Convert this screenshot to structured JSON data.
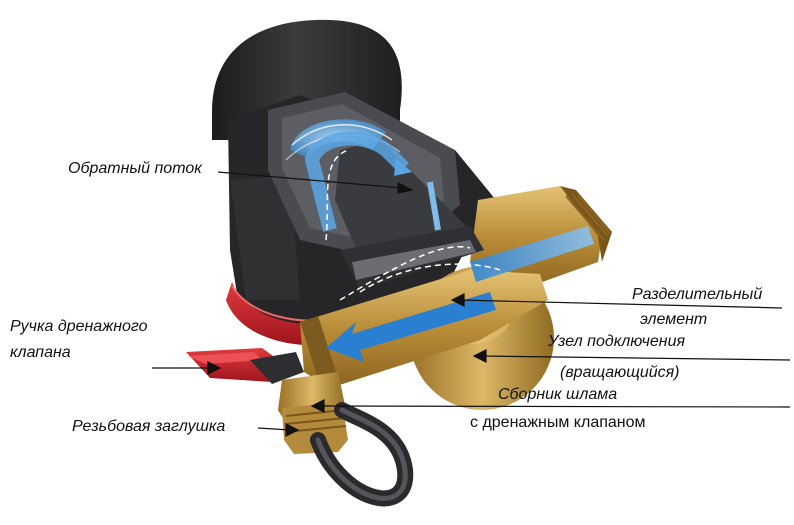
{
  "labels": {
    "return_flow": "Обратный поток",
    "drain_handle_line1": "Ручка дренажного",
    "drain_handle_line2": "клапана",
    "threaded_plug": "Резьбовая заглушка",
    "separator_line1": "Разделительный",
    "separator_line2": "элемент",
    "connection_line1": "Узел подключения",
    "connection_line2": "(вращающийся)",
    "sludge_line1": "Сборник шлама",
    "sludge_line2": "с дренажным клапаном"
  },
  "colors": {
    "housing": "#2b2b2d",
    "brass": "#c9a24e",
    "flow_arrow": "#3a8fd6",
    "handle": "#c8222c",
    "leader_line": "#111111"
  }
}
